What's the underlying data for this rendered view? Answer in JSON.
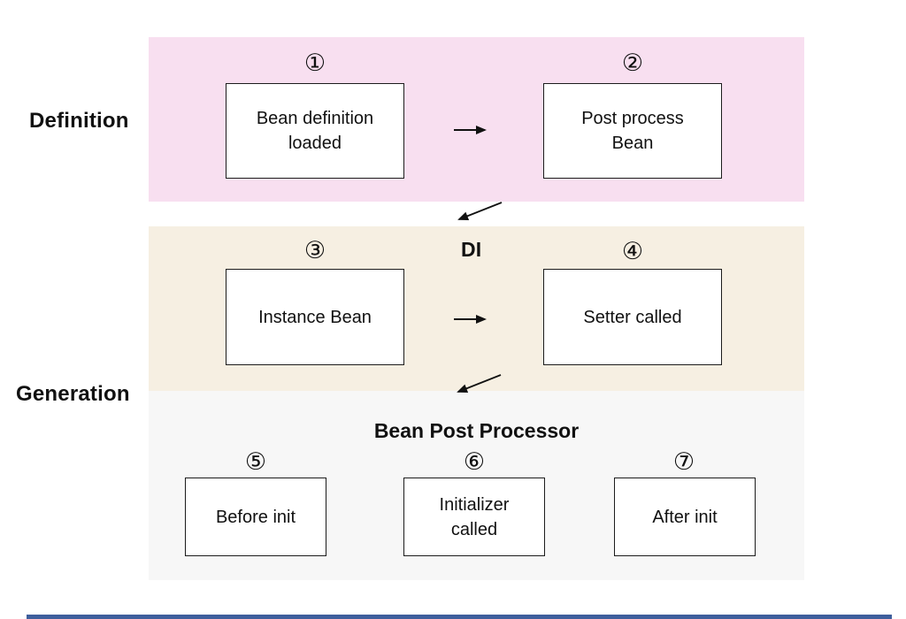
{
  "labels": {
    "definition": "Definition",
    "generation": "Generation",
    "di": "DI",
    "bean_post_processor": "Bean Post Processor"
  },
  "nodes": [
    {
      "badge": "①",
      "label": "Bean definition loaded",
      "row": "Definition"
    },
    {
      "badge": "②",
      "label": "Post process Bean",
      "row": "Definition"
    },
    {
      "badge": "③",
      "label": "Instance Bean",
      "row": "DI"
    },
    {
      "badge": "④",
      "label": "Setter called",
      "row": "DI"
    },
    {
      "badge": "⑤",
      "label": "Before init",
      "row": "Bean Post Processor"
    },
    {
      "badge": "⑥",
      "label": "Initializer called",
      "row": "Bean Post Processor"
    },
    {
      "badge": "⑦",
      "label": "After init",
      "row": "Bean Post Processor"
    }
  ],
  "colors": {
    "definition_band": "#f8dff0",
    "di_band": "#f6efe2",
    "processor_band": "#f7f7f7",
    "box_fill": "#ffffff",
    "box_border": "#1c1c1c",
    "arrow": "#111111",
    "accent_bar": "#3e5f9c"
  }
}
